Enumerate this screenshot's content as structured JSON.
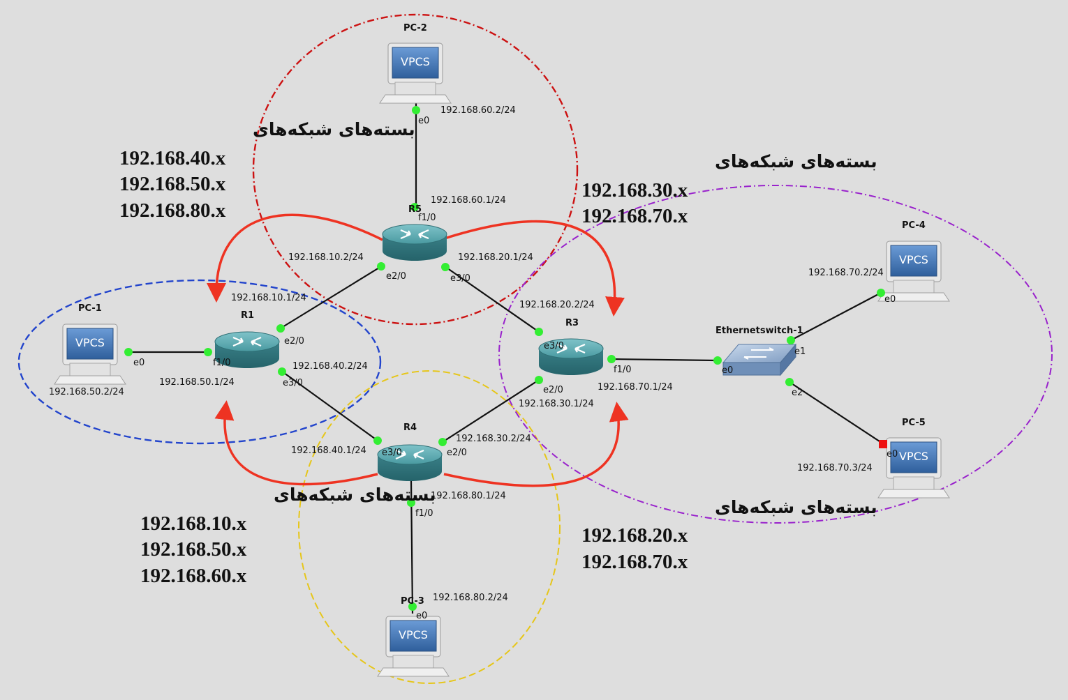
{
  "colors": {
    "background": "#dedede",
    "zone_r5": "#cc1111",
    "zone_r1": "#2244cc",
    "zone_r4": "#e6c619",
    "zone_r3": "#9922cc",
    "arrow": "#ee3322",
    "link_up": "#33ee33",
    "link_down": "#ee1111",
    "router": "#3d8a90"
  },
  "devices": {
    "pc2": {
      "name": "PC-2",
      "label": "VPCS",
      "icon": "vpcs-computer-icon"
    },
    "pc1": {
      "name": "PC-1",
      "label": "VPCS",
      "icon": "vpcs-computer-icon"
    },
    "pc4": {
      "name": "PC-4",
      "label": "VPCS",
      "icon": "vpcs-computer-icon"
    },
    "pc5": {
      "name": "PC-5",
      "label": "VPCS",
      "icon": "vpcs-computer-icon"
    },
    "pc3": {
      "name": "PC-3",
      "label": "VPCS",
      "icon": "vpcs-computer-icon"
    },
    "r5": {
      "name": "R5",
      "icon": "router-icon"
    },
    "r1": {
      "name": "R1",
      "icon": "router-icon"
    },
    "r3": {
      "name": "R3",
      "icon": "router-icon"
    },
    "r4": {
      "name": "R4",
      "icon": "router-icon"
    },
    "sw": {
      "name": "Ethernetswitch-1",
      "icon": "ethernet-switch-icon"
    }
  },
  "interfaces": {
    "pc2_e0": "e0",
    "r5_f10": "f1/0",
    "r5_e20": "e2/0",
    "r5_e30": "e3/0",
    "r1_e20": "e2/0",
    "r1_f10": "f1/0",
    "r1_e30": "e3/0",
    "pc1_e0": "e0",
    "r3_e30": "e3/0",
    "r3_f10": "f1/0",
    "r3_e20": "e2/0",
    "r4_e30": "e3/0",
    "r4_e20": "e2/0",
    "r4_f10": "f1/0",
    "pc3_e0": "e0",
    "sw_e0": "e0",
    "sw_e1": "e1",
    "sw_e2": "e2",
    "pc4_e0": "e0",
    "pc5_e0": "e0"
  },
  "addresses": {
    "pc2": "192.168.60.2/24",
    "r5_f10": "192.168.60.1/24",
    "r5_e20": "192.168.10.2/24",
    "r5_e30": "192.168.20.1/24",
    "r1_e20": "192.168.10.1/24",
    "r1_e30": "192.168.40.2/24",
    "r1_f10": "192.168.50.1/24",
    "pc1": "192.168.50.2/24",
    "r3_e30": "192.168.20.2/24",
    "r3_f10": "192.168.70.1/24",
    "r3_e20": "192.168.30.1/24",
    "r4_e20": "192.168.30.2/24",
    "r4_e30": "192.168.40.1/24",
    "r4_f10": "192.168.80.1/24",
    "pc3": "192.168.80.2/24",
    "pc4": "192.168.70.2/24",
    "pc5": "192.168.70.3/24"
  },
  "annotations": {
    "top_left": {
      "title": "بسته‌های شبکه‌های",
      "networks": [
        "192.168.40.x",
        "192.168.50.x",
        "192.168.80.x"
      ]
    },
    "top_right": {
      "title": "بسته‌های شبکه‌های",
      "networks": [
        "192.168.30.x",
        "192.168.70.x"
      ]
    },
    "bottom_left": {
      "title": "بسته‌های شبکه‌های",
      "networks": [
        "192.168.10.x",
        "192.168.50.x",
        "192.168.60.x"
      ]
    },
    "bottom_right": {
      "title": "بسته‌های شبکه‌های",
      "networks": [
        "192.168.20.x",
        "192.168.70.x"
      ]
    }
  }
}
